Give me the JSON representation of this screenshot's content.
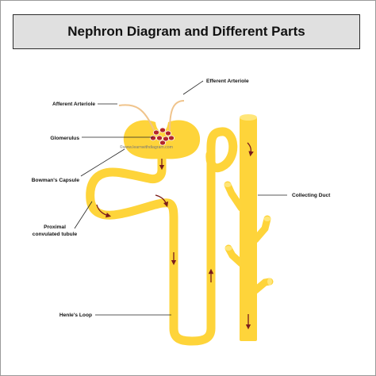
{
  "title": "Nephron Diagram and Different Parts",
  "labels": {
    "efferent": "Efferent Arteriole",
    "afferent": "Afferent Arteriole",
    "glomerulus": "Glomerulus",
    "bowmans": "Bowman's Capsule",
    "proximal_line1": "Proximal",
    "proximal_line2": "convulated tubule",
    "henle": "Henle's Loop",
    "collecting": "Collecting Duct"
  },
  "watermark": "©www.learnwithdiagram.com",
  "colors": {
    "tubule": "#fed43a",
    "glomerulus": "#b3262b",
    "arrow": "#7a1c1c",
    "arteriole": "#f0c48c",
    "pointer": "#222222"
  }
}
